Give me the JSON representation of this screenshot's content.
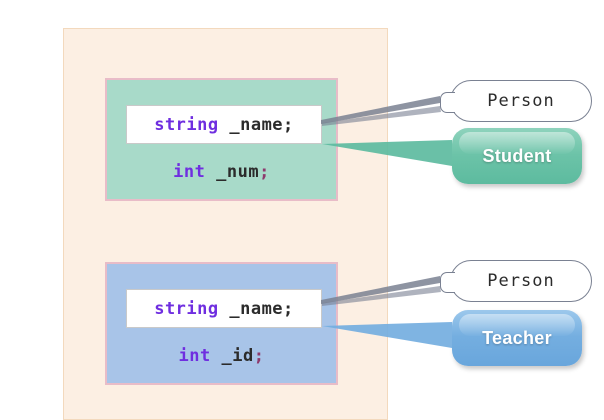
{
  "diagram": {
    "title": "class-inheritance-memory-layout",
    "outer_container": {
      "name": "object-memory-region"
    },
    "colors": {
      "outer_background": "#fcefe3",
      "outer_border": "#f3d9bd",
      "student_panel": "#a8dac9",
      "teacher_panel": "#a8c4e8",
      "panel_border": "#e8bcc8",
      "field_box_background": "#ffffff",
      "field_box_border": "#c9c9c9",
      "callout_border": "#7a8192",
      "student_box": "#6cc3a8",
      "teacher_box": "#74aee0",
      "keyword_text": "#6f2ee0",
      "identifier_text": "#2b2b2b",
      "semicolon_text": "#8e3a6d"
    },
    "groups": [
      {
        "id": "student-group",
        "panel_name": "student-object-panel",
        "inherited_field": {
          "keyword": "string",
          "identifier": " _name",
          "terminator": ";"
        },
        "own_field": {
          "keyword": "int",
          "identifier": " _num",
          "terminator": ";"
        },
        "base_label": "Person",
        "derived_label": "Student"
      },
      {
        "id": "teacher-group",
        "panel_name": "teacher-object-panel",
        "inherited_field": {
          "keyword": "string",
          "identifier": " _name",
          "terminator": ";"
        },
        "own_field": {
          "keyword": "int",
          "identifier": " _id",
          "terminator": ";"
        },
        "base_label": "Person",
        "derived_label": "Teacher"
      }
    ]
  }
}
